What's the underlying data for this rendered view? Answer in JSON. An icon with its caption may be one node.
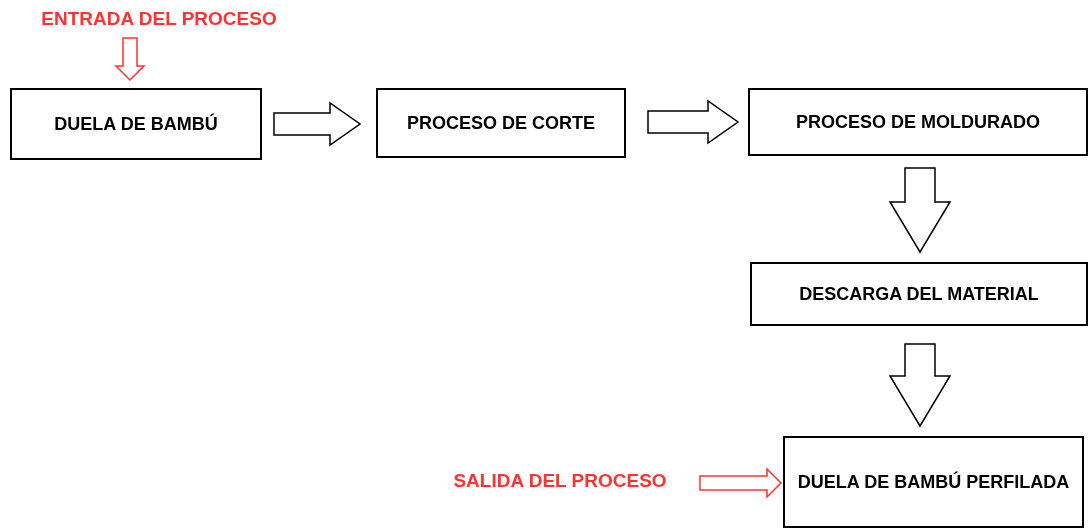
{
  "diagram": {
    "nodes": [
      {
        "text": [
          "ENTRADA DEL PROCESO"
        ]
      },
      {
        "text": [
          "DUELA DE BAMBÚ"
        ]
      },
      {
        "text": [
          "PROCESO DE CORTE"
        ]
      },
      {
        "text": [
          "PROCESO DE MOLDURADO"
        ]
      },
      {
        "text": [
          "DESCARGA DEL MATERIAL"
        ]
      },
      {
        "text": [
          "DUELA DE BAMBÚ PERFILADA"
        ]
      },
      {
        "text": [
          "SALIDA DEL PROCESO"
        ]
      }
    ],
    "edges": [
      {
        "from": 0,
        "to": 1,
        "arrow": "to",
        "color": "#ff3333"
      },
      {
        "from": 1,
        "to": 2,
        "arrow": "to"
      },
      {
        "from": 2,
        "to": 3,
        "arrow": "to"
      },
      {
        "from": 3,
        "to": 4,
        "arrow": "to"
      },
      {
        "from": 4,
        "to": 5,
        "arrow": "to"
      },
      {
        "from": 6,
        "to": 5,
        "arrow": "to",
        "color": "#ff3333"
      }
    ]
  }
}
